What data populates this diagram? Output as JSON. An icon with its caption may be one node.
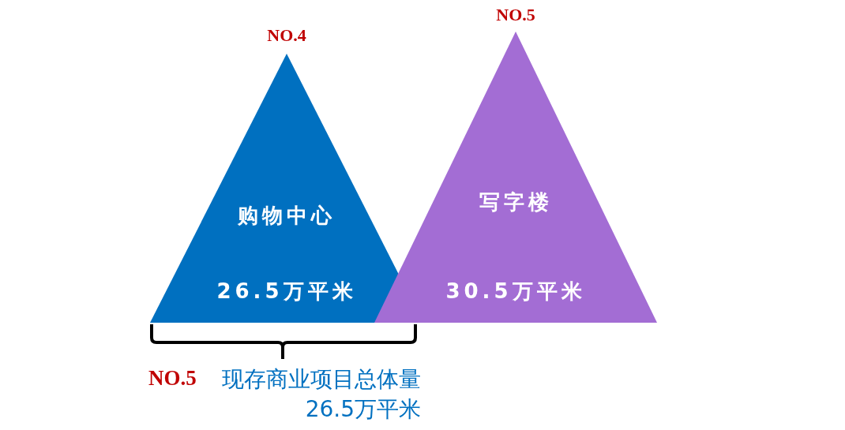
{
  "diagram": {
    "nodes": [
      {
        "text": [
          "NO.4",
          "购物中心",
          "26.5万平米"
        ]
      },
      {
        "text": [
          "NO.5",
          "写字楼",
          "30.5万平米"
        ]
      }
    ],
    "edges": [],
    "labels": [
      "NO.5",
      "现存商业项目总体量 26.5万平米"
    ]
  }
}
